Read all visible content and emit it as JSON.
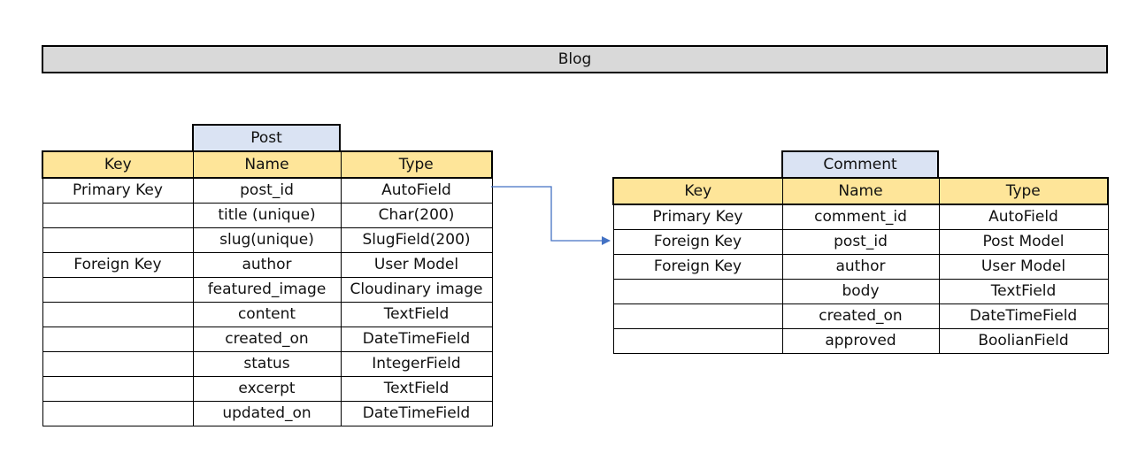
{
  "banner": {
    "title": "Blog"
  },
  "post": {
    "name": "Post",
    "headers": [
      "Key",
      "Name",
      "Type"
    ],
    "rows": [
      [
        "Primary Key",
        "post_id",
        "AutoField"
      ],
      [
        "",
        "title (unique)",
        "Char(200)"
      ],
      [
        "",
        "slug(unique)",
        "SlugField(200)"
      ],
      [
        "Foreign Key",
        "author",
        "User Model"
      ],
      [
        "",
        "featured_image",
        "Cloudinary image"
      ],
      [
        "",
        "content",
        "TextField"
      ],
      [
        "",
        "created_on",
        "DateTimeField"
      ],
      [
        "",
        "status",
        "IntegerField"
      ],
      [
        "",
        "excerpt",
        "TextField"
      ],
      [
        "",
        "updated_on",
        "DateTimeField"
      ]
    ]
  },
  "comment": {
    "name": "Comment",
    "headers": [
      "Key",
      "Name",
      "Type"
    ],
    "rows": [
      [
        "Primary Key",
        "comment_id",
        "AutoField"
      ],
      [
        "Foreign Key",
        "post_id",
        "Post Model"
      ],
      [
        "Foreign Key",
        "author",
        "User Model"
      ],
      [
        "",
        "body",
        "TextField"
      ],
      [
        "",
        "created_on",
        "DateTimeField"
      ],
      [
        "",
        "approved",
        "BoolianField"
      ]
    ]
  },
  "colors": {
    "header_fill": "#fee599",
    "tab_fill": "#dae3f3",
    "banner_fill": "#d9d9d9",
    "connector": "#4472c4"
  }
}
